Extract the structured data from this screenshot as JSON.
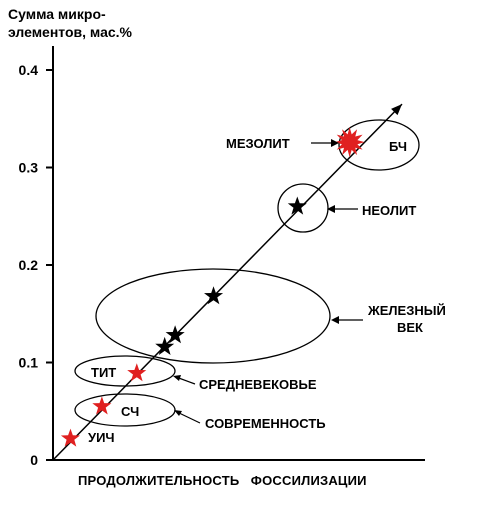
{
  "chart_data": {
    "type": "scatter",
    "ylabel_lines": [
      "Сумма микро-",
      "элементов, мас.%"
    ],
    "xlabel": "ПРОДОЛЖИТЕЛЬНОСТЬ   ФОССИЛИЗАЦИИ",
    "ylim": [
      0,
      0.43
    ],
    "yticks": [
      "0",
      "0.1",
      "0.2",
      "0.3",
      "0.4"
    ],
    "ytick_values": [
      0,
      0.1,
      0.2,
      0.3,
      0.4
    ],
    "grid": false,
    "trend": {
      "y_start": 0.0,
      "y_end": 0.365,
      "x_start": 0.0,
      "x_end": 1.0
    },
    "points": [
      {
        "x": 0.05,
        "y": 0.022,
        "marker": "star",
        "color": "#e02020",
        "label": "УИЧ"
      },
      {
        "x": 0.14,
        "y": 0.055,
        "marker": "star",
        "color": "#e02020",
        "label": "СЧ"
      },
      {
        "x": 0.24,
        "y": 0.089,
        "marker": "star",
        "color": "#e02020",
        "label": "ТИТ"
      },
      {
        "x": 0.32,
        "y": 0.116,
        "marker": "star",
        "color": "#000000",
        "label": ""
      },
      {
        "x": 0.35,
        "y": 0.128,
        "marker": "star",
        "color": "#000000",
        "label": ""
      },
      {
        "x": 0.46,
        "y": 0.168,
        "marker": "star",
        "color": "#000000",
        "label": ""
      },
      {
        "x": 0.7,
        "y": 0.26,
        "marker": "star",
        "color": "#000000",
        "label": ""
      },
      {
        "x": 0.85,
        "y": 0.326,
        "marker": "burst",
        "color": "#e02020",
        "label": ""
      }
    ],
    "annotations": [
      "СОВРЕМЕННОСТЬ",
      "СРЕДНЕВЕКОВЬЕ",
      "ЖЕЛЕЗНЫЙ",
      "ВЕК",
      "НЕОЛИТ",
      "МЕЗОЛИТ",
      "БЧ"
    ]
  }
}
